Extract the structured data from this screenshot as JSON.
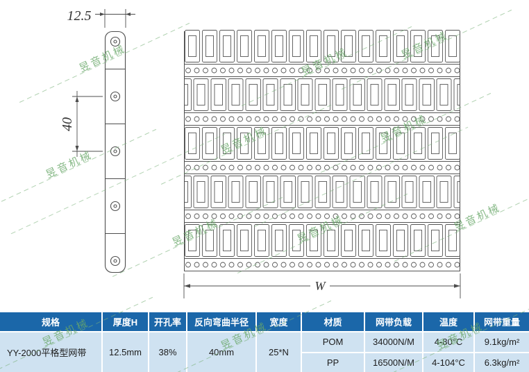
{
  "watermark": {
    "text": "昱音机械"
  },
  "drawing": {
    "dim_top": "12.5",
    "dim_left": "40",
    "dim_width": "W"
  },
  "colors": {
    "header_bg": "#1b67a9",
    "row_bg": "#cfe2f1",
    "watermark_green": "#69a869",
    "line_gray": "#4d4d4d"
  },
  "table": {
    "headers": [
      "规格",
      "厚度H",
      "开孔率",
      "反向弯曲半径",
      "宽度",
      "材质",
      "网带负载",
      "温度",
      "网带重量"
    ],
    "spec": "YY-2000平格型网带",
    "thickness": "12.5mm",
    "open_rate": "38%",
    "bend_radius": "40mm",
    "width": "25*N",
    "rows": [
      {
        "material": "POM",
        "load": "34000N/M",
        "temp": "4-80°C",
        "weight": "9.1kg/m²"
      },
      {
        "material": "PP",
        "load": "16500N/M",
        "temp": "4-104°C",
        "weight": "6.3kg/m²"
      }
    ]
  }
}
